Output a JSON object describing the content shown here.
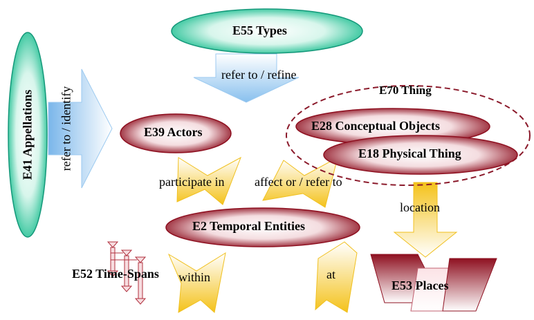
{
  "nodes": {
    "types": "E55 Types",
    "appellations": "E41 Appellations",
    "actors": "E39 Actors",
    "thing": "E70 Thing",
    "conceptual_objects": "E28 Conceptual Objects",
    "physical_thing": "E18 Physical Thing",
    "temporal_entities": "E2 Temporal Entities",
    "time_spans": "E52 Time-Spans",
    "places": "E53 Places"
  },
  "relations": {
    "refer_refine": "refer to / refine",
    "refer_identify": "refer to / identify",
    "participate_in": "participate in",
    "affect_refer": "affect or / refer to",
    "location": "location",
    "within": "within",
    "at": "at"
  },
  "colors": {
    "teal_node": "#2ec8a0",
    "maroon_node": "#a01828",
    "arrow_blue": "#8ec2ee",
    "arrow_gold": "#f0c020",
    "dashed_border": "#8b1a2b"
  }
}
